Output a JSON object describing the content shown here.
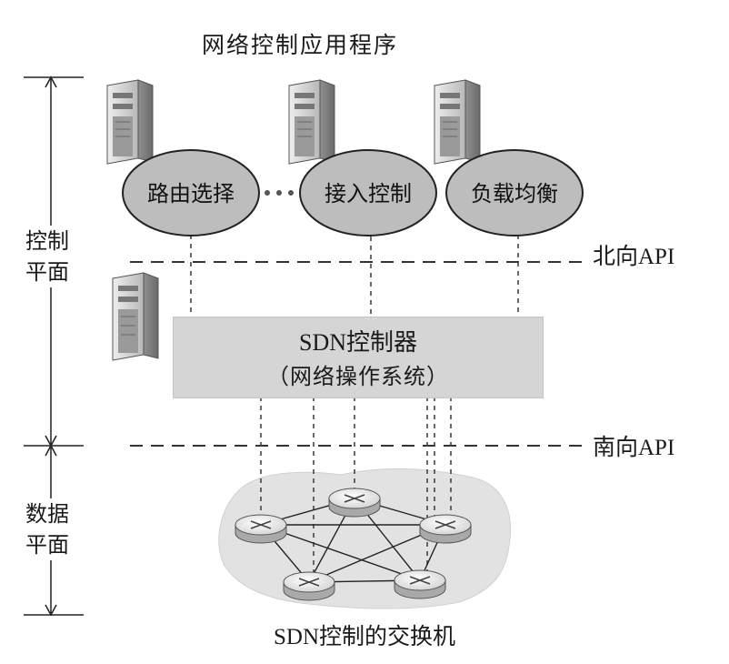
{
  "title": "网络控制应用程序",
  "planes": {
    "control": [
      "控制",
      "平面"
    ],
    "data": [
      "数据",
      "平面"
    ]
  },
  "apps": [
    {
      "label": "路由选择",
      "icon": "server-icon"
    },
    {
      "label": "接入控制",
      "icon": "server-icon"
    },
    {
      "label": "负载均衡",
      "icon": "server-icon"
    }
  ],
  "api": {
    "north": "北向API",
    "south": "南向API"
  },
  "controller": {
    "line1": "SDN控制器",
    "line2": "（网络操作系统）",
    "icon": "server-icon"
  },
  "switches": {
    "caption": "SDN控制的交换机",
    "count": 5,
    "icon": "router-switch-icon"
  },
  "colors": {
    "ellipse_fill": "#bdbdbd",
    "controller_fill": "#d5d5d5",
    "cloud_fill": "#e2e2e2",
    "line": "#555555"
  }
}
